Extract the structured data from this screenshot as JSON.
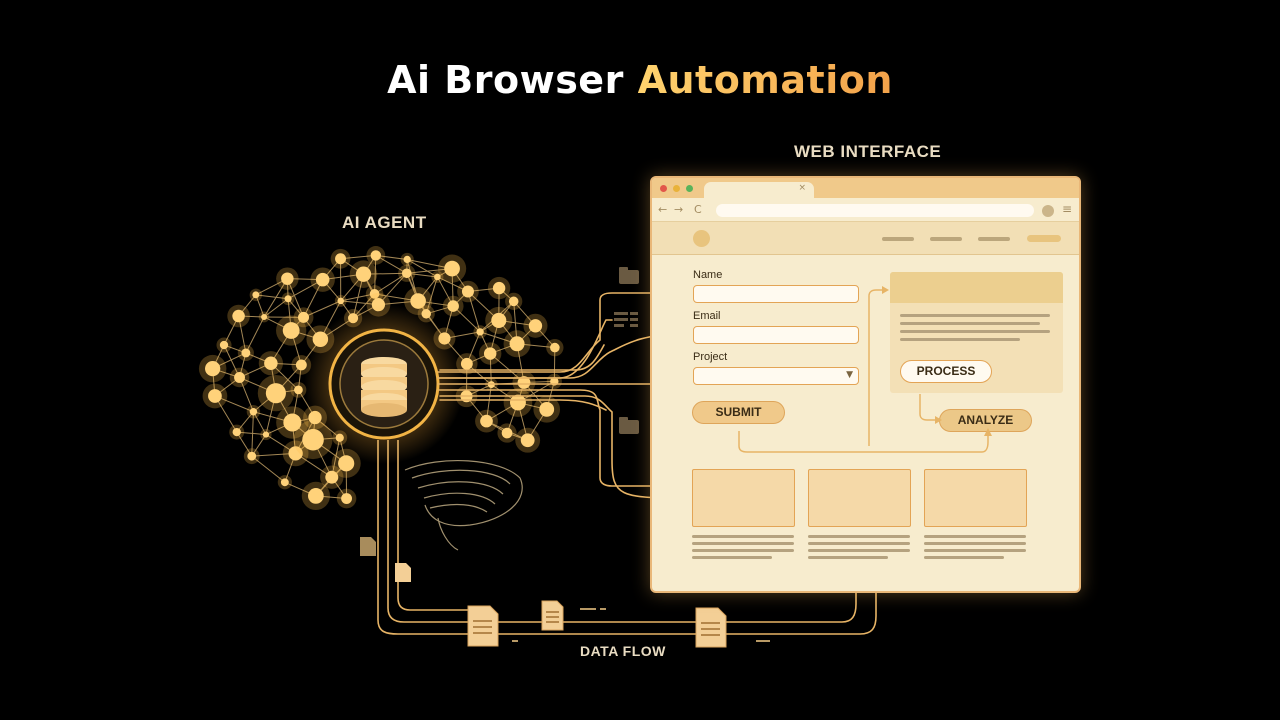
{
  "title": {
    "main": "Ai Browser",
    "accent": "Automation"
  },
  "labels": {
    "ai_agent": "AI AGENT",
    "web_interface": "WEB INTERFACE",
    "data_flow": "DATA FLOW"
  },
  "browser": {
    "tab_close": "×",
    "nav_back": "←",
    "nav_forward": "→",
    "nav_reload": "C",
    "menu": "≡",
    "form": {
      "name_label": "Name",
      "email_label": "Email",
      "project_label": "Project",
      "select_arrow": "▼",
      "submit": "SUBMIT"
    },
    "process": "PROCESS",
    "analyze": "ANALYZE"
  },
  "colors": {
    "accent": "#f3b04a",
    "glow": "#ffcf5a",
    "browser_bg": "#f7ecce",
    "border": "#e3a455"
  }
}
